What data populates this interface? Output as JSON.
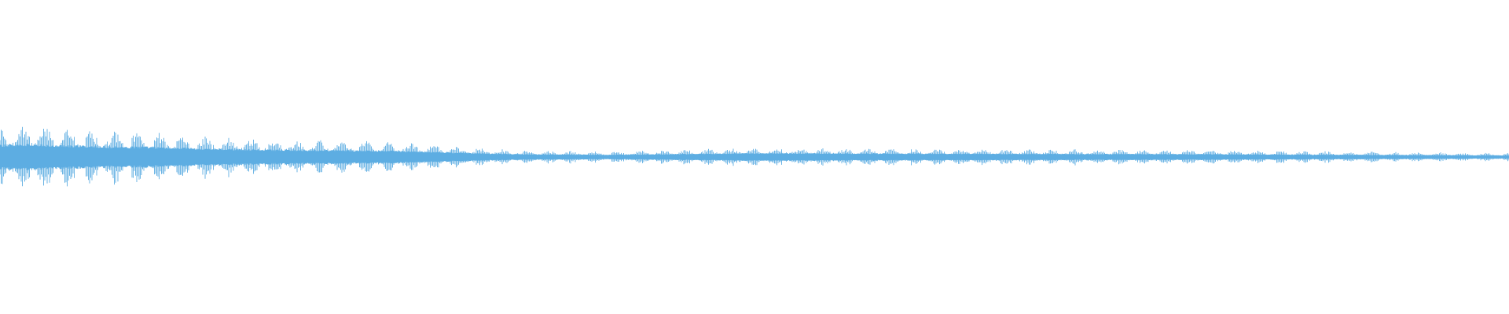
{
  "waveform": {
    "color": "#5dade2",
    "background": "#ffffff",
    "envelope_keyframes": [
      {
        "t": 0.0,
        "amp": 0.19
      },
      {
        "t": 0.02,
        "amp": 0.2
      },
      {
        "t": 0.06,
        "amp": 0.17
      },
      {
        "t": 0.1,
        "amp": 0.16
      },
      {
        "t": 0.14,
        "amp": 0.13
      },
      {
        "t": 0.2,
        "amp": 0.11
      },
      {
        "t": 0.26,
        "amp": 0.1
      },
      {
        "t": 0.3,
        "amp": 0.07
      },
      {
        "t": 0.34,
        "amp": 0.045
      },
      {
        "t": 0.4,
        "amp": 0.035
      },
      {
        "t": 0.44,
        "amp": 0.045
      },
      {
        "t": 0.5,
        "amp": 0.06
      },
      {
        "t": 0.6,
        "amp": 0.055
      },
      {
        "t": 0.7,
        "amp": 0.05
      },
      {
        "t": 0.8,
        "amp": 0.045
      },
      {
        "t": 0.9,
        "amp": 0.035
      },
      {
        "t": 1.0,
        "amp": 0.025
      }
    ],
    "pulse_lobes": 66,
    "pulse_depth": 0.55
  }
}
